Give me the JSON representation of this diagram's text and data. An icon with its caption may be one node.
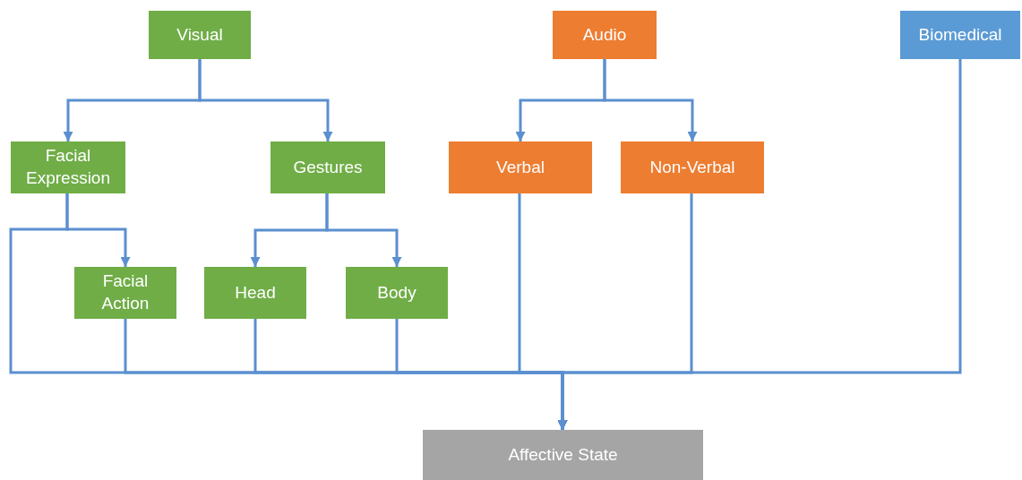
{
  "diagram": {
    "nodes": [
      {
        "text": [
          "Visual"
        ]
      },
      {
        "text": [
          "Audio"
        ]
      },
      {
        "text": [
          "Biomedical"
        ]
      },
      {
        "text": [
          "Facial Expression"
        ]
      },
      {
        "text": [
          "Gestures"
        ]
      },
      {
        "text": [
          "Verbal"
        ]
      },
      {
        "text": [
          "Non-Verbal"
        ]
      },
      {
        "text": [
          "Facial Action"
        ]
      },
      {
        "text": [
          "Head"
        ]
      },
      {
        "text": [
          "Body"
        ]
      },
      {
        "text": [
          "Affective State"
        ]
      }
    ],
    "edges": [
      {
        "from": 0,
        "to": 3,
        "arrow": "to"
      },
      {
        "from": 0,
        "to": 4,
        "arrow": "to"
      },
      {
        "from": 1,
        "to": 5,
        "arrow": "to"
      },
      {
        "from": 1,
        "to": 6,
        "arrow": "to"
      },
      {
        "from": 3,
        "to": 7,
        "arrow": "to"
      },
      {
        "from": 4,
        "to": 8,
        "arrow": "to"
      },
      {
        "from": 4,
        "to": 9,
        "arrow": "to"
      },
      {
        "from": 3,
        "to": 10,
        "arrow": "to"
      },
      {
        "from": 7,
        "to": 10,
        "arrow": "to"
      },
      {
        "from": 8,
        "to": 10,
        "arrow": "to"
      },
      {
        "from": 9,
        "to": 10,
        "arrow": "to"
      },
      {
        "from": 5,
        "to": 10,
        "arrow": "to"
      },
      {
        "from": 6,
        "to": 10,
        "arrow": "to"
      },
      {
        "from": 2,
        "to": 10,
        "arrow": "to"
      }
    ]
  }
}
